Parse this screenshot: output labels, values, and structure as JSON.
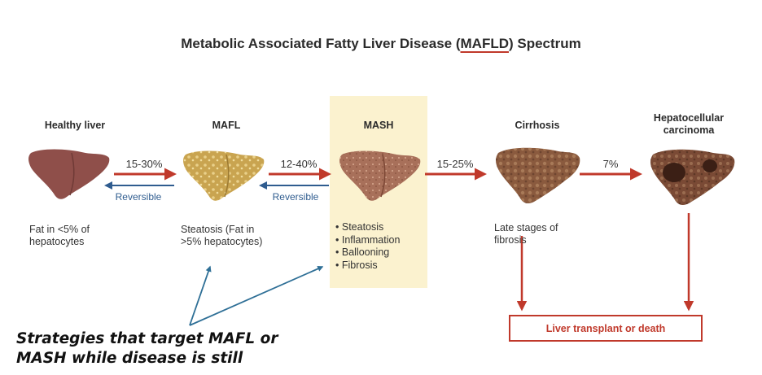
{
  "title": {
    "prefix": "Metabolic Associated Fatty Liver Disease (",
    "acronym": "MAFLD",
    "suffix": ") Spectrum"
  },
  "stages": {
    "healthy": {
      "name": "Healthy liver",
      "desc_line1": "Fat in <5% of",
      "desc_line2": "hepatocytes"
    },
    "mafl": {
      "name": "MAFL",
      "desc_line1": "Steatosis (Fat in",
      "desc_line2": ">5% hepatocytes)"
    },
    "mash": {
      "name": "MASH",
      "features": [
        "Steatosis",
        "Inflammation",
        "Ballooning",
        "Fibrosis"
      ]
    },
    "cirrhosis": {
      "name": "Cirrhosis",
      "desc_line1": "Late stages of",
      "desc_line2": "fibrosis"
    },
    "hcc": {
      "name_line1": "Hepatocellular",
      "name_line2": "carcinoma"
    }
  },
  "transitions": {
    "healthy_to_mafl": {
      "pct": "15-30%",
      "reverse": "Reversible"
    },
    "mafl_to_mash": {
      "pct": "12-40%",
      "reverse": "Reversible"
    },
    "mash_to_cirrhosis": {
      "pct": "15-25%"
    },
    "cirrhosis_to_hcc": {
      "pct": "7%"
    }
  },
  "outcome": "Liver transplant or death",
  "strategy": {
    "line1": "Strategies that target MAFL or",
    "line2": "MASH while disease is still"
  },
  "colors": {
    "forward_arrow": "#c0392b",
    "reverse_arrow": "#2f5c8f",
    "strategy_arrow": "#2e6f96",
    "mash_highlight": "#fbf2cf",
    "healthy_liver": "#8f4f4a",
    "mafl_liver": "#c9a450",
    "mash_liver": "#a8705a",
    "cirrhosis_liver": "#8a5a3e",
    "hcc_liver": "#7a4a35"
  }
}
